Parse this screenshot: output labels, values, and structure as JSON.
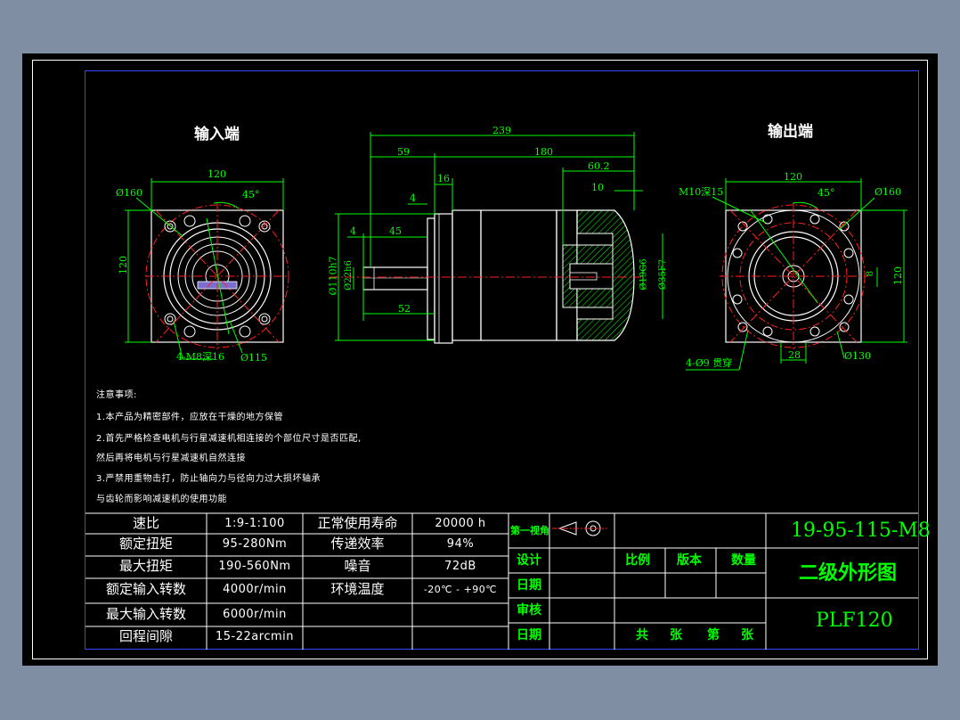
{
  "views": {
    "input_title": "输入端",
    "output_title": "输出端"
  },
  "dims": {
    "in_120": "120",
    "in_phi160": "Ø160",
    "in_45": "45°",
    "in_120v": "120",
    "in_holes": "4-M8深16",
    "in_phi115": "Ø115",
    "side_239": "239",
    "side_59": "59",
    "side_180": "180",
    "side_60_2": "60.2",
    "side_16": "16",
    "side_10": "10",
    "side_4a": "4",
    "side_4b": "4",
    "side_45": "45",
    "side_52": "52",
    "side_phi110": "Ø110h7",
    "side_phi22": "Ø22h6",
    "side_phi19": "Ø19G6",
    "side_phi35": "Ø35F7",
    "out_120": "120",
    "out_m10": "M10深15",
    "out_45": "45°",
    "out_phi160": "Ø160",
    "out_120v": "120",
    "out_8": "8",
    "out_holes": "4-Ø9 贯穿",
    "out_28": "28",
    "out_phi130": "Ø130"
  },
  "notes": {
    "heading": "注意事项:",
    "line1": "1.本产品为精密部件，应放在干燥的地方保管",
    "line2": "2.首先严格检查电机与行星减速机相连接的个部位尺寸是否匹配,",
    "line3": "然后再将电机与行星减速机自然连接",
    "line4": "3.严禁用重物击打，防止轴向力与径向力过大损坏轴承",
    "line5": "与齿轮而影响减速机的使用功能"
  },
  "specs": {
    "ratio_label": "速比",
    "ratio_value": "1:9-1:100",
    "rated_torque_label": "额定扭矩",
    "rated_torque_value": "95-280Nm",
    "max_torque_label": "最大扭矩",
    "max_torque_value": "190-560Nm",
    "rated_speed_label": "额定输入转数",
    "rated_speed_value": "4000r/min",
    "max_speed_label": "最大输入转数",
    "max_speed_value": "6000r/min",
    "backlash_label": "回程间隙",
    "backlash_value": "15-22arcmin",
    "life_label": "正常使用寿命",
    "life_value": "20000 h",
    "efficiency_label": "传递效率",
    "efficiency_value": "94%",
    "noise_label": "噪音",
    "noise_value": "72dB",
    "temp_label": "环境温度",
    "temp_value": "-20℃ - +90℃"
  },
  "titleblock": {
    "projection": "第一视角",
    "design": "设计",
    "date1": "日期",
    "check": "审核",
    "date2": "日期",
    "scale": "比例",
    "version": "版本",
    "quantity": "数量",
    "total": "共",
    "sheet_unit1": "张",
    "sheet_no": "第",
    "sheet_unit2": "张",
    "drawing_no": "19-95-115-M8",
    "drawing_name": "二级外形图",
    "model": "PLF120"
  },
  "colors": {
    "background": "#7f8ea3",
    "paper": "#000000",
    "outline": "#ffffff",
    "dimension": "#00ff00",
    "centerline": "#ff2020",
    "frame": "#3848ff",
    "hatch": "#00ff00"
  }
}
